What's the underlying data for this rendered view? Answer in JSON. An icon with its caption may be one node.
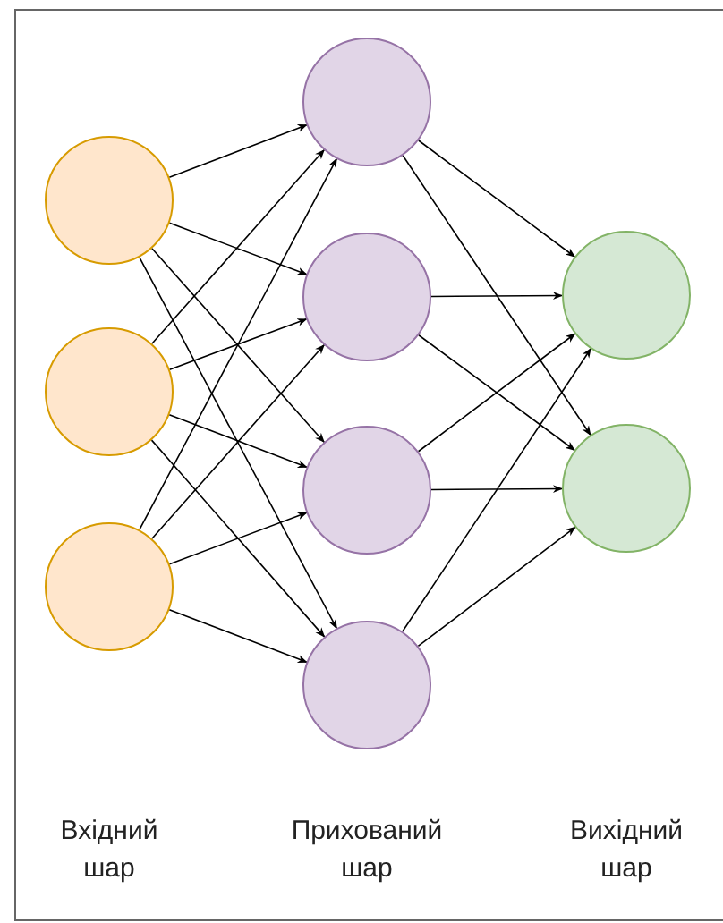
{
  "diagram": {
    "nodes": [
      {
        "text": [],
        "shape": "circle"
      },
      {
        "text": [],
        "shape": "circle"
      },
      {
        "text": [],
        "shape": "circle"
      },
      {
        "text": [],
        "shape": "circle"
      },
      {
        "text": [],
        "shape": "circle"
      },
      {
        "text": [],
        "shape": "circle"
      },
      {
        "text": [],
        "shape": "circle"
      },
      {
        "text": [],
        "shape": "circle"
      },
      {
        "text": [],
        "shape": "circle"
      }
    ],
    "edges": [
      {
        "from": 0,
        "to": 3,
        "arrow": "to"
      },
      {
        "from": 0,
        "to": 4,
        "arrow": "to"
      },
      {
        "from": 0,
        "to": 5,
        "arrow": "to"
      },
      {
        "from": 0,
        "to": 6,
        "arrow": "to"
      },
      {
        "from": 1,
        "to": 3,
        "arrow": "to"
      },
      {
        "from": 1,
        "to": 4,
        "arrow": "to"
      },
      {
        "from": 1,
        "to": 5,
        "arrow": "to"
      },
      {
        "from": 1,
        "to": 6,
        "arrow": "to"
      },
      {
        "from": 2,
        "to": 3,
        "arrow": "to"
      },
      {
        "from": 2,
        "to": 4,
        "arrow": "to"
      },
      {
        "from": 2,
        "to": 5,
        "arrow": "to"
      },
      {
        "from": 2,
        "to": 6,
        "arrow": "to"
      },
      {
        "from": 3,
        "to": 7,
        "arrow": "to"
      },
      {
        "from": 3,
        "to": 8,
        "arrow": "to"
      },
      {
        "from": 4,
        "to": 7,
        "arrow": "to"
      },
      {
        "from": 4,
        "to": 8,
        "arrow": "to"
      },
      {
        "from": 5,
        "to": 7,
        "arrow": "to"
      },
      {
        "from": 5,
        "to": 8,
        "arrow": "to"
      },
      {
        "from": 6,
        "to": 7,
        "arrow": "to"
      },
      {
        "from": 6,
        "to": 8,
        "arrow": "to"
      }
    ],
    "labels": [
      "Вхідний шар",
      "Прихований шар",
      "Вихідний шар"
    ]
  }
}
